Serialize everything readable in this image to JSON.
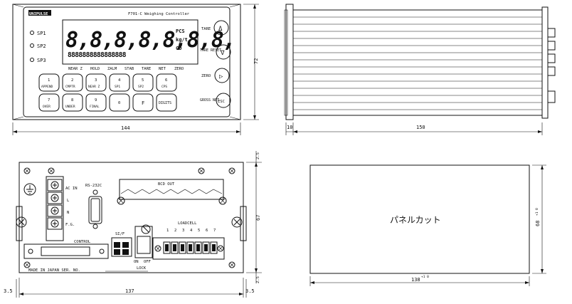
{
  "front": {
    "brand": "UNIPULSE",
    "model": "F701-C Weighing Controller",
    "leds": [
      "SP1",
      "SP2",
      "SP3"
    ],
    "digits": "8,8,8,8,8,8,8,",
    "subdigits": "8888888888888888",
    "units": [
      "PCS",
      "kg/t",
      "CO"
    ],
    "status": [
      "NEAR Z",
      "HOLD",
      "ZALM",
      "STAB",
      "TARE",
      "NET",
      "ZERO"
    ],
    "keys_top": [
      {
        "num": "1",
        "label": "APPEND"
      },
      {
        "num": "2",
        "label": "CMPTR"
      },
      {
        "num": "3",
        "label": "NEAR Z"
      },
      {
        "num": "4",
        "label": "SP1"
      },
      {
        "num": "5",
        "label": "SP2"
      },
      {
        "num": "6",
        "label": "CPS"
      }
    ],
    "keys_bottom": [
      {
        "num": "7",
        "label": "OVER"
      },
      {
        "num": "8",
        "label": "UNDER"
      },
      {
        "num": "9",
        "label": "FINAL"
      },
      {
        "num": "0",
        "label": ""
      },
      {
        "num": "F",
        "label": ""
      },
      {
        "num": "",
        "label": "DIGITS"
      }
    ],
    "side_keys": [
      {
        "label": "TARE",
        "sym": "Δ"
      },
      {
        "label": "TARE RESET",
        "sym": "∇"
      },
      {
        "label": "ZERO",
        "sym": "▷"
      },
      {
        "label": "GROSS NET",
        "sym": "ESC"
      }
    ],
    "dim_w": "144",
    "dim_h": "72"
  },
  "side": {
    "dim_front": "10",
    "dim_depth": "150"
  },
  "rear": {
    "rs232c": "RS-232C",
    "bcd_out": "BCD OUT",
    "power_labels": [
      "AC IN",
      "L",
      "N",
      "F.G."
    ],
    "sif": "SI/F",
    "loadcell": "LOADCELL",
    "loadcell_pins": [
      "1",
      "2",
      "3",
      "4",
      "5",
      "6",
      "7"
    ],
    "control": "CONTROL",
    "lock_on": "ON",
    "lock_off": "OFF",
    "lock": "LOCK",
    "made_in": "MADE IN JAPAN  SER. NO.",
    "dim_w": "137",
    "dim_h": "67",
    "dim_top_small": "2.5",
    "dim_bot_small": "2.5",
    "dim_left": "3.5",
    "dim_right": "3.5"
  },
  "panel_cut": {
    "label": "パネルカット",
    "dim_w": "138",
    "dim_w_tol": "+1 0",
    "dim_h": "68",
    "dim_h_tol": "+1 0"
  }
}
